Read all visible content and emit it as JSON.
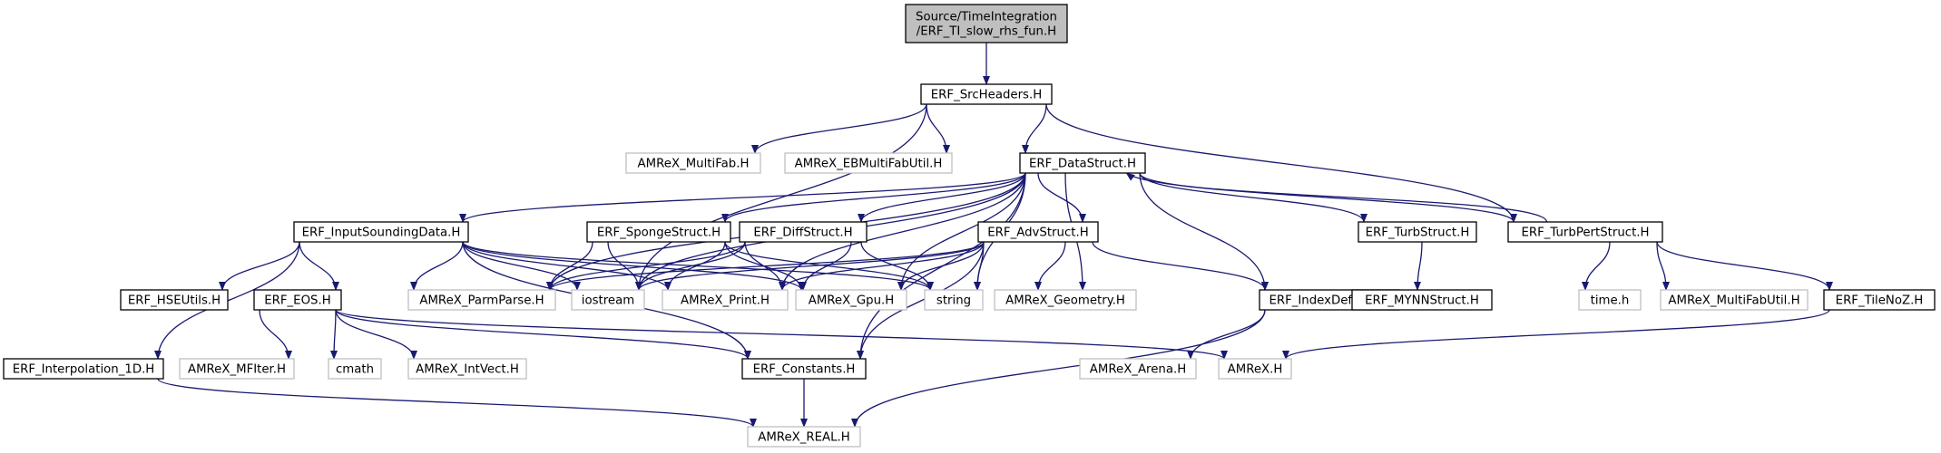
{
  "title": "Source/TimeIntegration/ERF_TI_slow_rhs_fun.H",
  "colors": {
    "edge": "#191970",
    "root_fill": "#bfbfbf",
    "external_border": "#bfbfbf"
  },
  "nodes": {
    "root": {
      "lines": [
        "Source/TimeIntegration",
        "/ERF_TI_slow_rhs_fun.H"
      ],
      "kind": "root"
    },
    "srcheaders": {
      "lines": [
        "ERF_SrcHeaders.H"
      ],
      "kind": "normal"
    },
    "multifab": {
      "lines": [
        "AMReX_MultiFab.H"
      ],
      "kind": "ext"
    },
    "ebmultifabutil": {
      "lines": [
        "AMReX_EBMultiFabUtil.H"
      ],
      "kind": "ext"
    },
    "datastruct": {
      "lines": [
        "ERF_DataStruct.H"
      ],
      "kind": "normal"
    },
    "turbpert": {
      "lines": [
        "ERF_TurbPertStruct.H"
      ],
      "kind": "normal"
    },
    "inputsounding": {
      "lines": [
        "ERF_InputSoundingData.H"
      ],
      "kind": "normal"
    },
    "sponge": {
      "lines": [
        "ERF_SpongeStruct.H"
      ],
      "kind": "normal"
    },
    "diff": {
      "lines": [
        "ERF_DiffStruct.H"
      ],
      "kind": "normal"
    },
    "adv": {
      "lines": [
        "ERF_AdvStruct.H"
      ],
      "kind": "normal"
    },
    "turb": {
      "lines": [
        "ERF_TurbStruct.H"
      ],
      "kind": "normal"
    },
    "hseutils": {
      "lines": [
        "ERF_HSEUtils.H"
      ],
      "kind": "normal"
    },
    "eos": {
      "lines": [
        "ERF_EOS.H"
      ],
      "kind": "normal"
    },
    "parmparse": {
      "lines": [
        "AMReX_ParmParse.H"
      ],
      "kind": "ext"
    },
    "iostream": {
      "lines": [
        "iostream"
      ],
      "kind": "ext"
    },
    "print": {
      "lines": [
        "AMReX_Print.H"
      ],
      "kind": "ext"
    },
    "gpu": {
      "lines": [
        "AMReX_Gpu.H"
      ],
      "kind": "ext"
    },
    "string": {
      "lines": [
        "string"
      ],
      "kind": "ext"
    },
    "geometry": {
      "lines": [
        "AMReX_Geometry.H"
      ],
      "kind": "ext"
    },
    "indexdefines": {
      "lines": [
        "ERF_IndexDefines.H"
      ],
      "kind": "normal"
    },
    "mynn": {
      "lines": [
        "ERF_MYNNStruct.H"
      ],
      "kind": "normal"
    },
    "timeh": {
      "lines": [
        "time.h"
      ],
      "kind": "ext"
    },
    "multifabutil": {
      "lines": [
        "AMReX_MultiFabUtil.H"
      ],
      "kind": "ext"
    },
    "tilenoz": {
      "lines": [
        "ERF_TileNoZ.H"
      ],
      "kind": "normal"
    },
    "interp1d": {
      "lines": [
        "ERF_Interpolation_1D.H"
      ],
      "kind": "normal"
    },
    "mfiter": {
      "lines": [
        "AMReX_MFIter.H"
      ],
      "kind": "ext"
    },
    "cmath": {
      "lines": [
        "cmath"
      ],
      "kind": "ext"
    },
    "intvect": {
      "lines": [
        "AMReX_IntVect.H"
      ],
      "kind": "ext"
    },
    "constants": {
      "lines": [
        "ERF_Constants.H"
      ],
      "kind": "normal"
    },
    "arena": {
      "lines": [
        "AMReX_Arena.H"
      ],
      "kind": "ext"
    },
    "amrexh": {
      "lines": [
        "AMReX.H"
      ],
      "kind": "ext"
    },
    "real": {
      "lines": [
        "AMReX_REAL.H"
      ],
      "kind": "ext"
    }
  },
  "edges": [
    [
      "root",
      "srcheaders"
    ],
    [
      "srcheaders",
      "multifab"
    ],
    [
      "srcheaders",
      "ebmultifabutil"
    ],
    [
      "srcheaders",
      "datastruct"
    ],
    [
      "srcheaders",
      "turbpert"
    ],
    [
      "srcheaders",
      "iostream"
    ],
    [
      "datastruct",
      "inputsounding"
    ],
    [
      "datastruct",
      "sponge"
    ],
    [
      "datastruct",
      "diff"
    ],
    [
      "datastruct",
      "adv"
    ],
    [
      "datastruct",
      "turb"
    ],
    [
      "datastruct",
      "turbpert"
    ],
    [
      "datastruct",
      "parmparse"
    ],
    [
      "datastruct",
      "iostream"
    ],
    [
      "datastruct",
      "print"
    ],
    [
      "datastruct",
      "gpu"
    ],
    [
      "datastruct",
      "string"
    ],
    [
      "datastruct",
      "geometry"
    ],
    [
      "datastruct",
      "indexdefines"
    ],
    [
      "datastruct",
      "constants"
    ],
    [
      "turbpert",
      "datastruct"
    ],
    [
      "turbpert",
      "timeh"
    ],
    [
      "turbpert",
      "multifabutil"
    ],
    [
      "turbpert",
      "tilenoz"
    ],
    [
      "turb",
      "mynn"
    ],
    [
      "inputsounding",
      "interp1d"
    ],
    [
      "inputsounding",
      "hseutils"
    ],
    [
      "inputsounding",
      "eos"
    ],
    [
      "inputsounding",
      "parmparse"
    ],
    [
      "inputsounding",
      "iostream"
    ],
    [
      "inputsounding",
      "print"
    ],
    [
      "inputsounding",
      "gpu"
    ],
    [
      "inputsounding",
      "string"
    ],
    [
      "inputsounding",
      "constants"
    ],
    [
      "sponge",
      "parmparse"
    ],
    [
      "sponge",
      "iostream"
    ],
    [
      "sponge",
      "print"
    ],
    [
      "sponge",
      "gpu"
    ],
    [
      "sponge",
      "string"
    ],
    [
      "diff",
      "parmparse"
    ],
    [
      "diff",
      "iostream"
    ],
    [
      "diff",
      "print"
    ],
    [
      "diff",
      "gpu"
    ],
    [
      "diff",
      "string"
    ],
    [
      "adv",
      "parmparse"
    ],
    [
      "adv",
      "iostream"
    ],
    [
      "adv",
      "print"
    ],
    [
      "adv",
      "gpu"
    ],
    [
      "adv",
      "string"
    ],
    [
      "adv",
      "geometry"
    ],
    [
      "adv",
      "indexdefines"
    ],
    [
      "adv",
      "constants"
    ],
    [
      "eos",
      "mfiter"
    ],
    [
      "eos",
      "cmath"
    ],
    [
      "eos",
      "intvect"
    ],
    [
      "eos",
      "constants"
    ],
    [
      "eos",
      "amrexh"
    ],
    [
      "indexdefines",
      "arena"
    ],
    [
      "indexdefines",
      "real"
    ],
    [
      "tilenoz",
      "amrexh"
    ],
    [
      "interp1d",
      "real"
    ],
    [
      "constants",
      "real"
    ]
  ]
}
